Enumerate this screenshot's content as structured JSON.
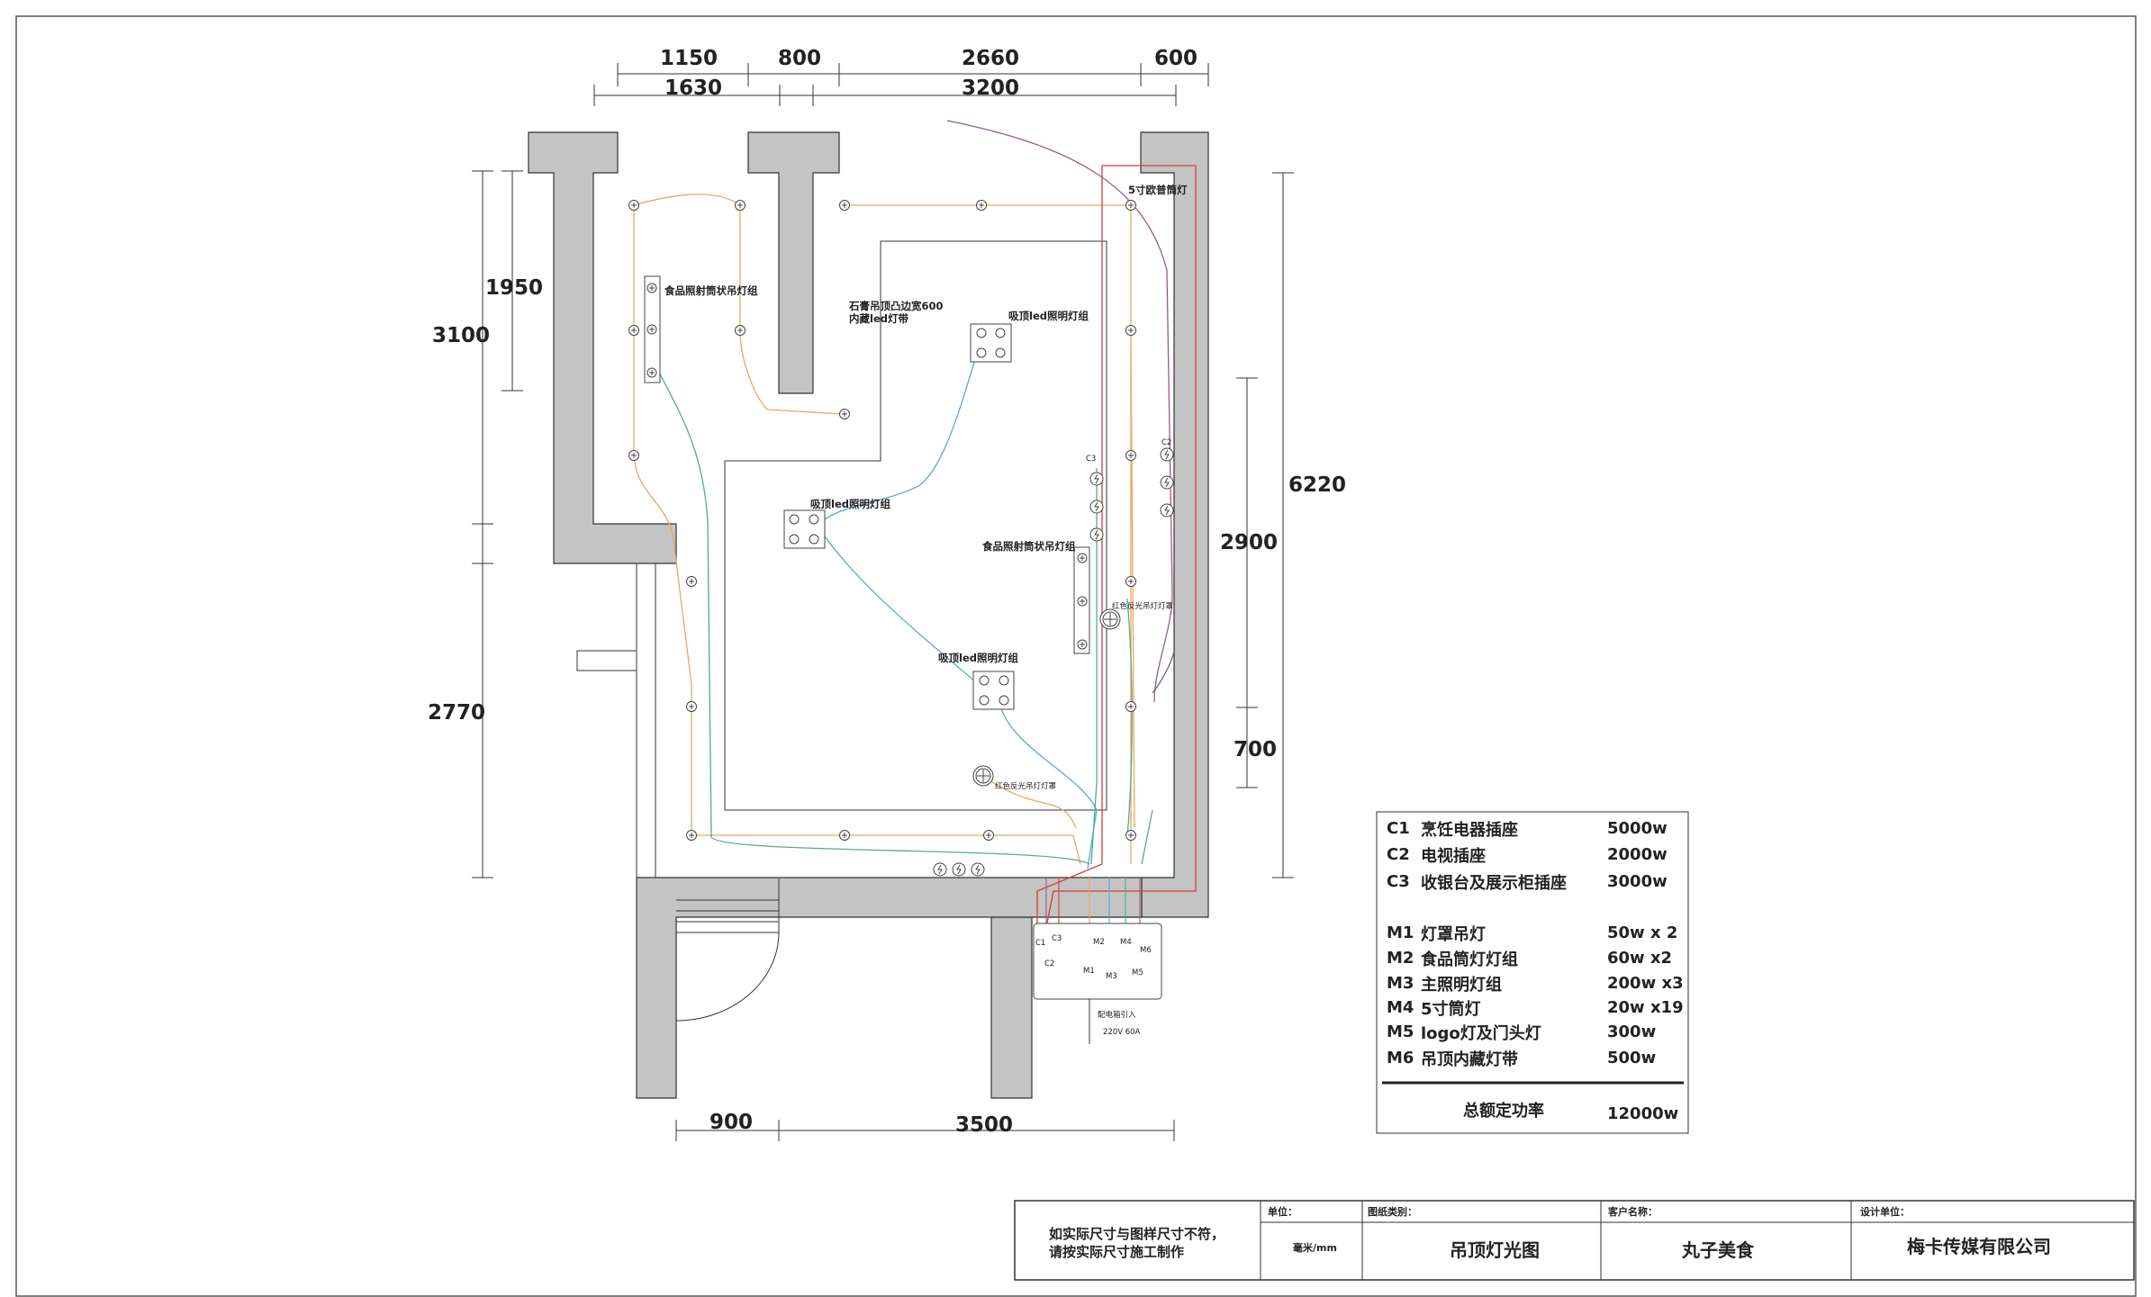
{
  "dimensions": {
    "top_row1": [
      "1150",
      "800",
      "2660",
      "600"
    ],
    "top_row2": [
      "1630",
      "3200"
    ],
    "left": [
      "1950",
      "3100",
      "2770"
    ],
    "right": [
      "6220",
      "2900",
      "700"
    ],
    "bottom": [
      "900",
      "3500"
    ]
  },
  "labels": {
    "spot_top": "5寸欧普筒灯",
    "food_group_1": "食品照射筒状吊灯组",
    "food_group_2": "食品照射筒状吊灯组",
    "gypsum_1": "石膏吊顶凸边宽600",
    "gypsum_2": "内藏led灯带",
    "ceiling_led_1": "吸顶led照明灯组",
    "ceiling_led_2": "吸顶led照明灯组",
    "ceiling_led_3": "吸顶led照明灯组",
    "red_pendant_1": "红色反光吊灯灯罩",
    "red_pendant_2": "红色反光吊灯灯罩",
    "c3_tag": "C3",
    "c2_tag": "C2",
    "panel_c1": "C1",
    "panel_c2": "C2",
    "panel_c3": "C3",
    "panel_m1": "M1",
    "panel_m2": "M2",
    "panel_m3": "M3",
    "panel_m4": "M4",
    "panel_m5": "M5",
    "panel_m6": "M6",
    "power_in": "配电箱引入",
    "power_spec": "220V   60A"
  },
  "legend": {
    "items": [
      {
        "code": "C1",
        "name": "烹饪电器插座",
        "power": "5000w"
      },
      {
        "code": "C2",
        "name": "电视插座",
        "power": "2000w"
      },
      {
        "code": "C3",
        "name": "收银台及展示柜插座",
        "power": "3000w"
      },
      {
        "code": "M1",
        "name": "灯罩吊灯",
        "power": "50w x 2"
      },
      {
        "code": "M2",
        "name": "食品筒灯灯组",
        "power": "60w x2"
      },
      {
        "code": "M3",
        "name": "主照明灯组",
        "power": "200w x3"
      },
      {
        "code": "M4",
        "name": "5寸筒灯",
        "power": "20w x19"
      },
      {
        "code": "M5",
        "name": "logo灯及门头灯",
        "power": "300w"
      },
      {
        "code": "M6",
        "name": "吊顶内藏灯带",
        "power": "500w"
      }
    ],
    "total_label": "总额定功率",
    "total_value": "12000w"
  },
  "title_block": {
    "note_line1": "如实际尺寸与图样尺寸不符，",
    "note_line2": "请按实际尺寸施工制作",
    "unit_header": "单位：",
    "unit_value": "毫米/mm",
    "category_header": "图纸类别：",
    "category_value": "吊顶灯光图",
    "client_header": "客户名称：",
    "client_value": "丸子美食",
    "designer_header": "设计单位：",
    "designer_value": "梅卡传媒有限公司"
  },
  "colors": {
    "wall": "#c4c4c4",
    "wire_orange": "#e8a860",
    "wire_blue": "#5aa9d6",
    "wire_green": "#4caf8a",
    "wire_red": "#d83a3a",
    "wire_purple": "#9a5a8a"
  }
}
